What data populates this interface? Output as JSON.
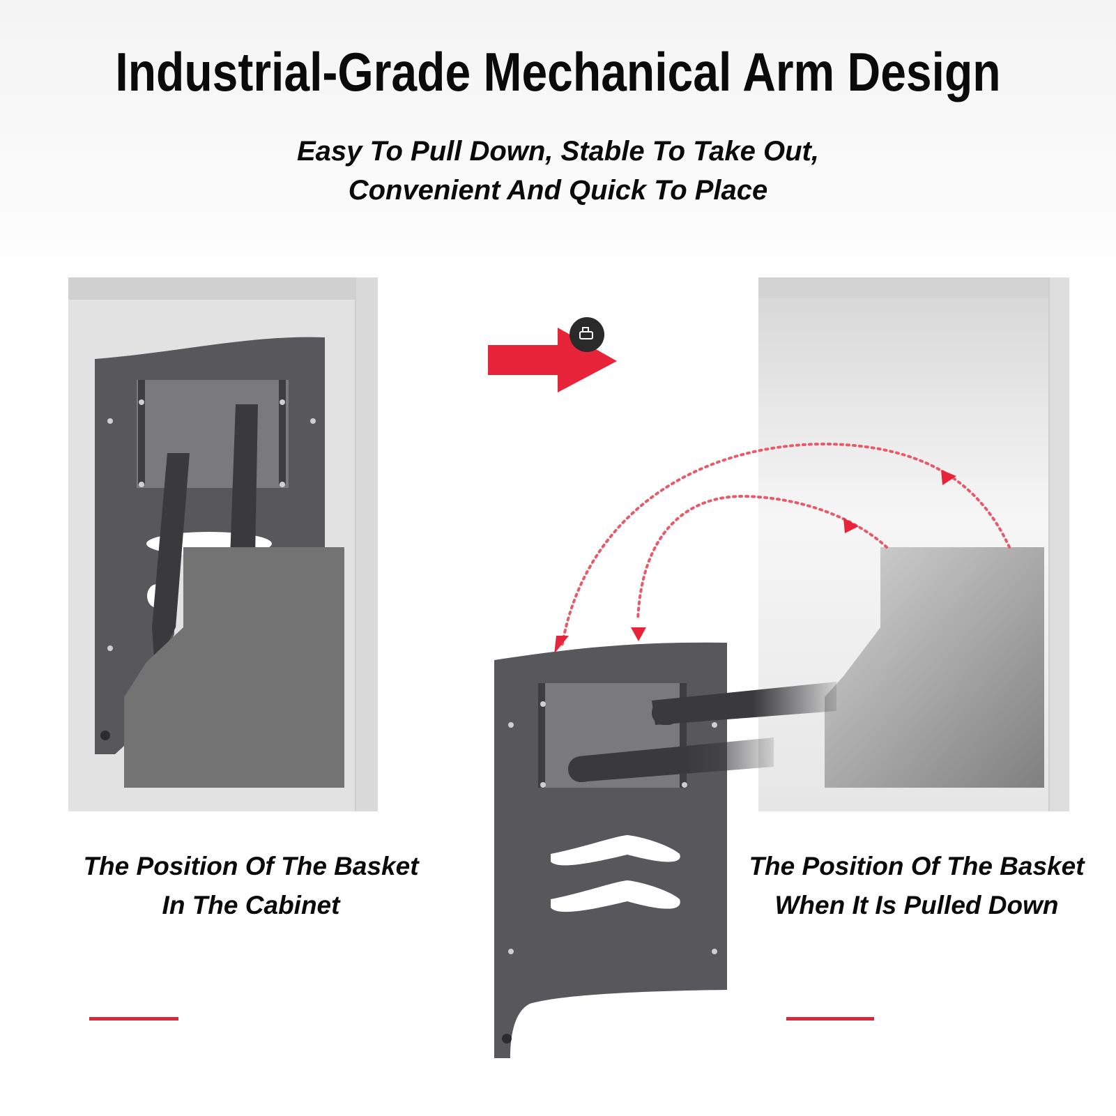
{
  "title": "Industrial-Grade Mechanical Arm Design",
  "subtitle_line1": "Easy To Pull Down, Stable To Take Out,",
  "subtitle_line2": "Convenient And Quick To Place",
  "caption_left_line1": "The Position Of The Basket",
  "caption_left_line2": "In The Cabinet",
  "caption_right_line1": "The Position Of The Basket",
  "caption_right_line2": "When It Is Pulled Down",
  "colors": {
    "accent_red": "#e8243a",
    "panel_dark": "#58585c",
    "arm_dark": "#3a3a3e",
    "basket_gray": "#737373",
    "cabinet_light": "#e6e6e6"
  }
}
